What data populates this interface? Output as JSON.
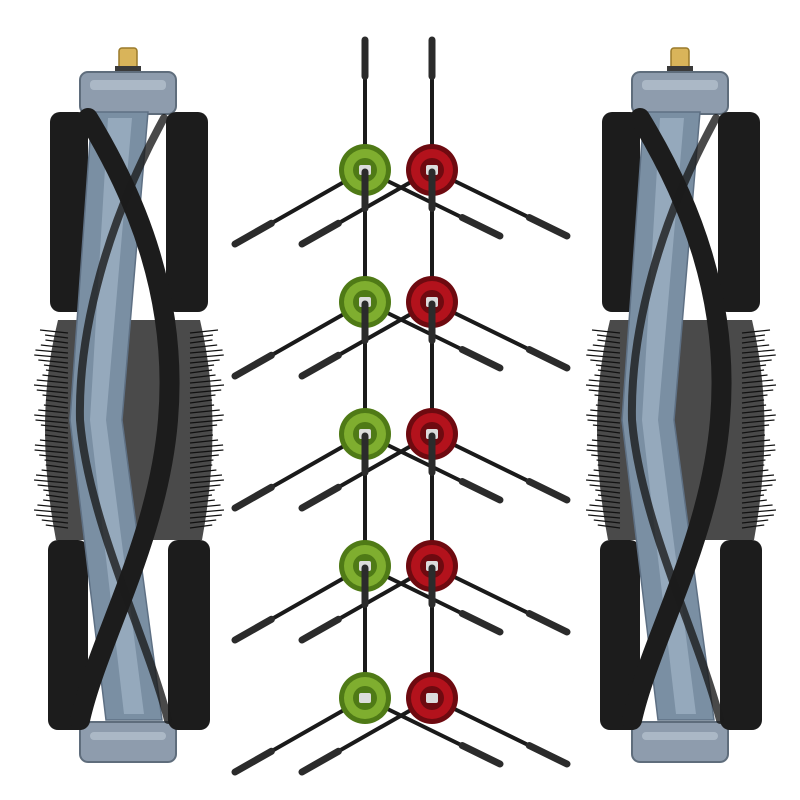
{
  "product": {
    "roller_brush_count": 2,
    "side_brush_count": 10,
    "side_brush_pairs": 5,
    "side_brush_colors": [
      "green",
      "red"
    ]
  },
  "colors": {
    "background": "#ffffff",
    "roller_core": "#7a8fa3",
    "roller_core_light": "#9fb2c4",
    "roller_bristles": "#1c1c1c",
    "roller_endcap": "#8e9cad",
    "roller_axle": "#d9b45a",
    "hub_green": "#7fae2f",
    "hub_green_dark": "#4f7a16",
    "hub_red": "#b3121c",
    "hub_red_dark": "#6e0a10",
    "bristle_arm": "#1a1a1a",
    "hub_center": "#dcdcdc"
  }
}
